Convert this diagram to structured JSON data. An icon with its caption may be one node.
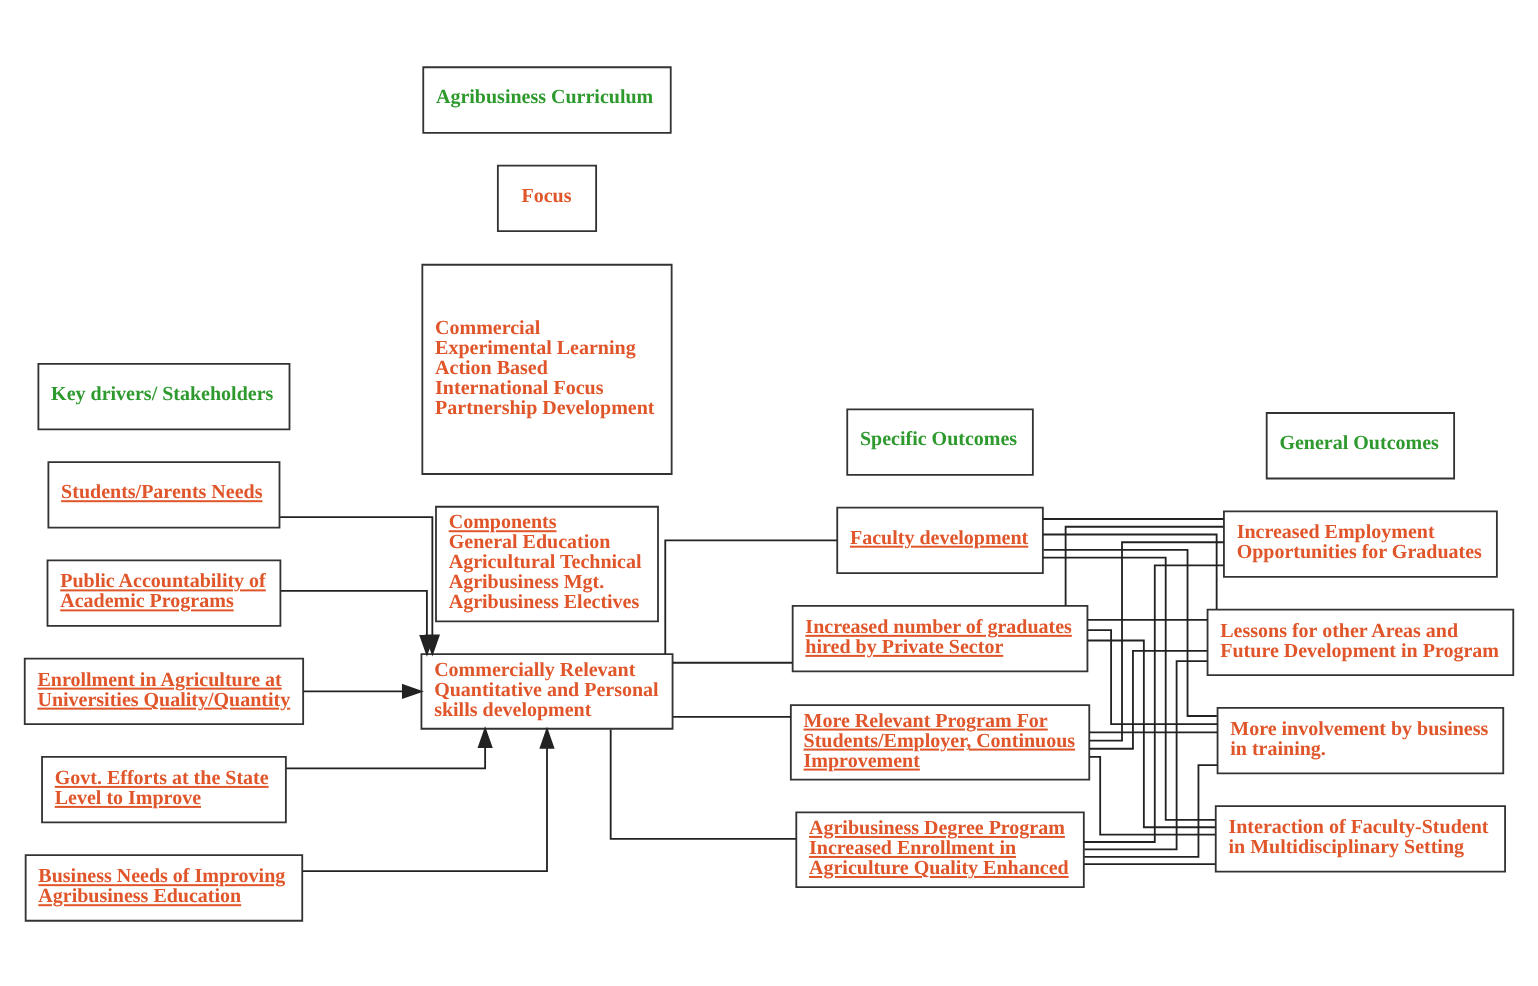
{
  "diagram": {
    "nodes": [
      {
        "text": [
          "Key drivers/ Stakeholders"
        ]
      },
      {
        "text": [
          "Agribusiness Curriculum"
        ]
      },
      {
        "text": [
          "Specific Outcomes"
        ]
      },
      {
        "text": [
          "General Outcomes"
        ]
      },
      {
        "text": [
          "Business Needs of Improving Agribusiness Education"
        ]
      },
      {
        "text": [
          "Govt. Efforts at the State Level to Improve"
        ]
      },
      {
        "text": [
          "Enrollment in Agriculture at Universities Quality/Quantity"
        ]
      },
      {
        "text": [
          "Public Accountability of Academic Programs"
        ]
      },
      {
        "text": [
          "Students/Parents Needs"
        ]
      },
      {
        "text": [
          "Commercially Relevant Quantitative and Personal skills development"
        ]
      },
      {
        "text": [
          "Focus"
        ]
      },
      {
        "text": [
          "Commercial",
          "Experimental Learning",
          "Action Based",
          "International Focus",
          "Partnership Development"
        ]
      },
      {
        "text": [
          "Components",
          "General Education",
          "Agricultural Technical",
          "Agribusiness Mgt.",
          "Agribusiness Electives"
        ]
      },
      {
        "text": [
          "Agribusiness Degree Program Increased Enrollment in Agriculture Quality Enhanced"
        ]
      },
      {
        "text": [
          "More Relevant Program For Students/Employer, Continuous Improvement"
        ]
      },
      {
        "text": [
          "Increased number of graduates hired by Private Sector"
        ]
      },
      {
        "text": [
          "Faculty development"
        ]
      },
      {
        "text": [
          "Interaction of Faculty-Student in Multidisciplinary Setting"
        ]
      },
      {
        "text": [
          "More involvement by business in training."
        ]
      },
      {
        "text": [
          "Lessons for other Areas and Future Development in Program"
        ]
      },
      {
        "text": [
          "Increased Employment Opportunities for Graduates"
        ]
      }
    ],
    "edges": [
      {
        "from": 4,
        "to": 9,
        "arrow": "to"
      },
      {
        "from": 5,
        "to": 9,
        "arrow": "to"
      },
      {
        "from": 6,
        "to": 9,
        "arrow": "to"
      },
      {
        "from": 7,
        "to": 9,
        "arrow": "to"
      },
      {
        "from": 8,
        "to": 9,
        "arrow": "to"
      },
      {
        "from": 9,
        "to": 13,
        "arrow": "none"
      },
      {
        "from": 9,
        "to": 14,
        "arrow": "none"
      },
      {
        "from": 9,
        "to": 15,
        "arrow": "none"
      },
      {
        "from": 9,
        "to": 16,
        "arrow": "none"
      },
      {
        "from": 13,
        "to": 17,
        "arrow": "none"
      },
      {
        "from": 13,
        "to": 18,
        "arrow": "none"
      },
      {
        "from": 13,
        "to": 19,
        "arrow": "none"
      },
      {
        "from": 13,
        "to": 20,
        "arrow": "none"
      },
      {
        "from": 14,
        "to": 17,
        "arrow": "none"
      },
      {
        "from": 14,
        "to": 18,
        "arrow": "none"
      },
      {
        "from": 14,
        "to": 19,
        "arrow": "none"
      },
      {
        "from": 14,
        "to": 20,
        "arrow": "none"
      },
      {
        "from": 15,
        "to": 17,
        "arrow": "none"
      },
      {
        "from": 15,
        "to": 18,
        "arrow": "none"
      },
      {
        "from": 15,
        "to": 19,
        "arrow": "none"
      },
      {
        "from": 15,
        "to": 20,
        "arrow": "none"
      },
      {
        "from": 16,
        "to": 17,
        "arrow": "none"
      },
      {
        "from": 16,
        "to": 18,
        "arrow": "none"
      },
      {
        "from": 16,
        "to": 19,
        "arrow": "none"
      },
      {
        "from": 16,
        "to": 20,
        "arrow": "none"
      }
    ]
  }
}
